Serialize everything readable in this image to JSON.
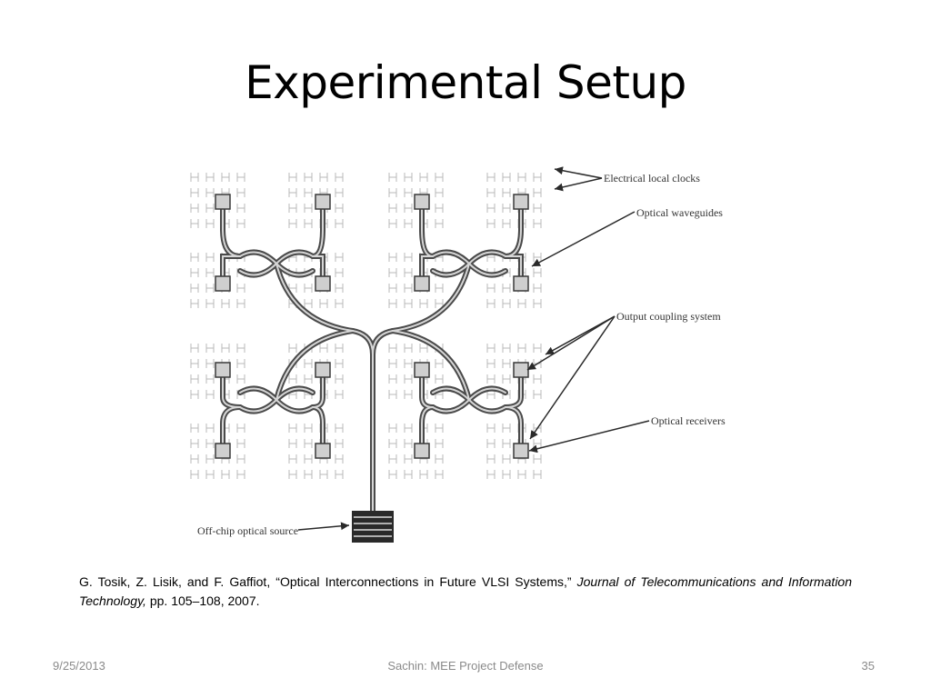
{
  "slide": {
    "title": "Experimental Setup"
  },
  "figure": {
    "callouts": {
      "electrical_local_clocks": "Electrical local clocks",
      "optical_waveguides": "Optical waveguides",
      "output_coupling_system": "Output coupling system",
      "optical_receivers": "Optical receivers",
      "off_chip_optical_source": "Off-chip optical source"
    },
    "colors": {
      "waveguide_outer": "#4a4a4a",
      "waveguide_inner": "#d6d6d6",
      "h_tree": "#b8b8b8",
      "receiver_fill": "#cfcfcf",
      "receiver_stroke": "#3a3a3a",
      "source_fill": "#2a2a2a",
      "arrow": "#2a2a2a"
    }
  },
  "citation": {
    "part1": "G. Tosik, Z. Lisik, and F. Gaffiot, “Optical Interconnections in Future VLSI Systems,” ",
    "journal": "Journal of Telecommunications and Information Technology,",
    "part2": " pp. 105–108, 2007."
  },
  "footer": {
    "date": "9/25/2013",
    "center": "Sachin: MEE Project Defense",
    "page_number": "35"
  }
}
